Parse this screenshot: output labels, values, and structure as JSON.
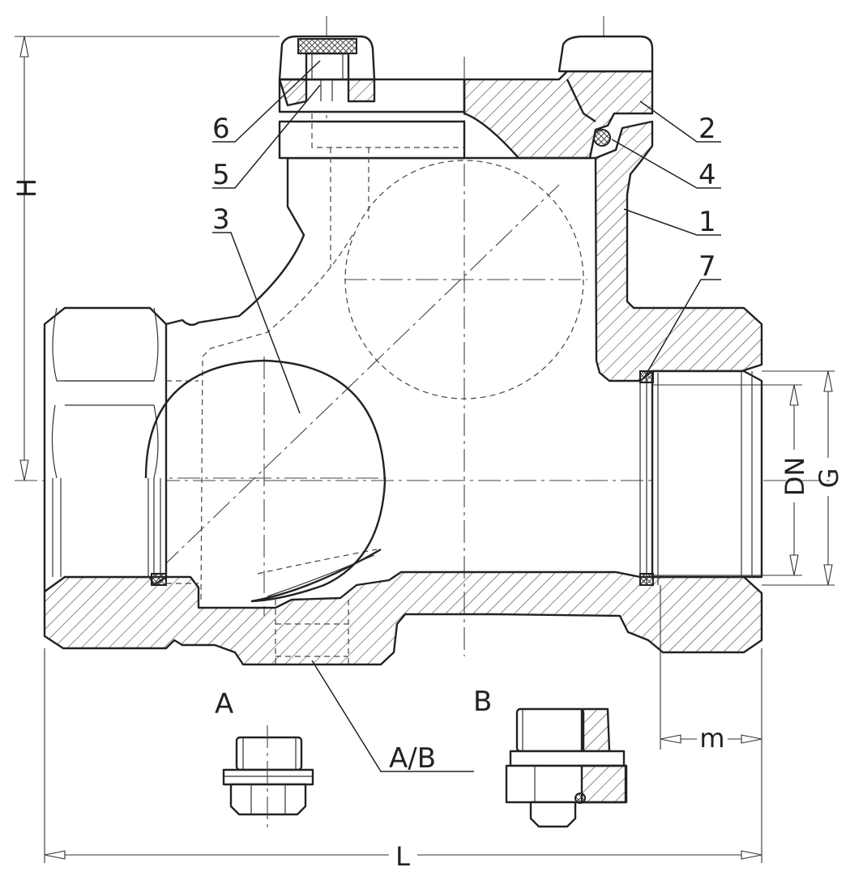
{
  "labels": {
    "part_1": "1",
    "part_2": "2",
    "part_3": "3",
    "part_4": "4",
    "part_5": "5",
    "part_6": "6",
    "part_7": "7",
    "variant_a": "A",
    "variant_b": "B",
    "variant_ab": "A/B"
  },
  "dimensions": {
    "height": "H",
    "length": "L",
    "nominal_diameter": "DN",
    "thread": "G",
    "thread_length": "m"
  },
  "colors": {
    "line": "#222222",
    "background": "#ffffff"
  }
}
